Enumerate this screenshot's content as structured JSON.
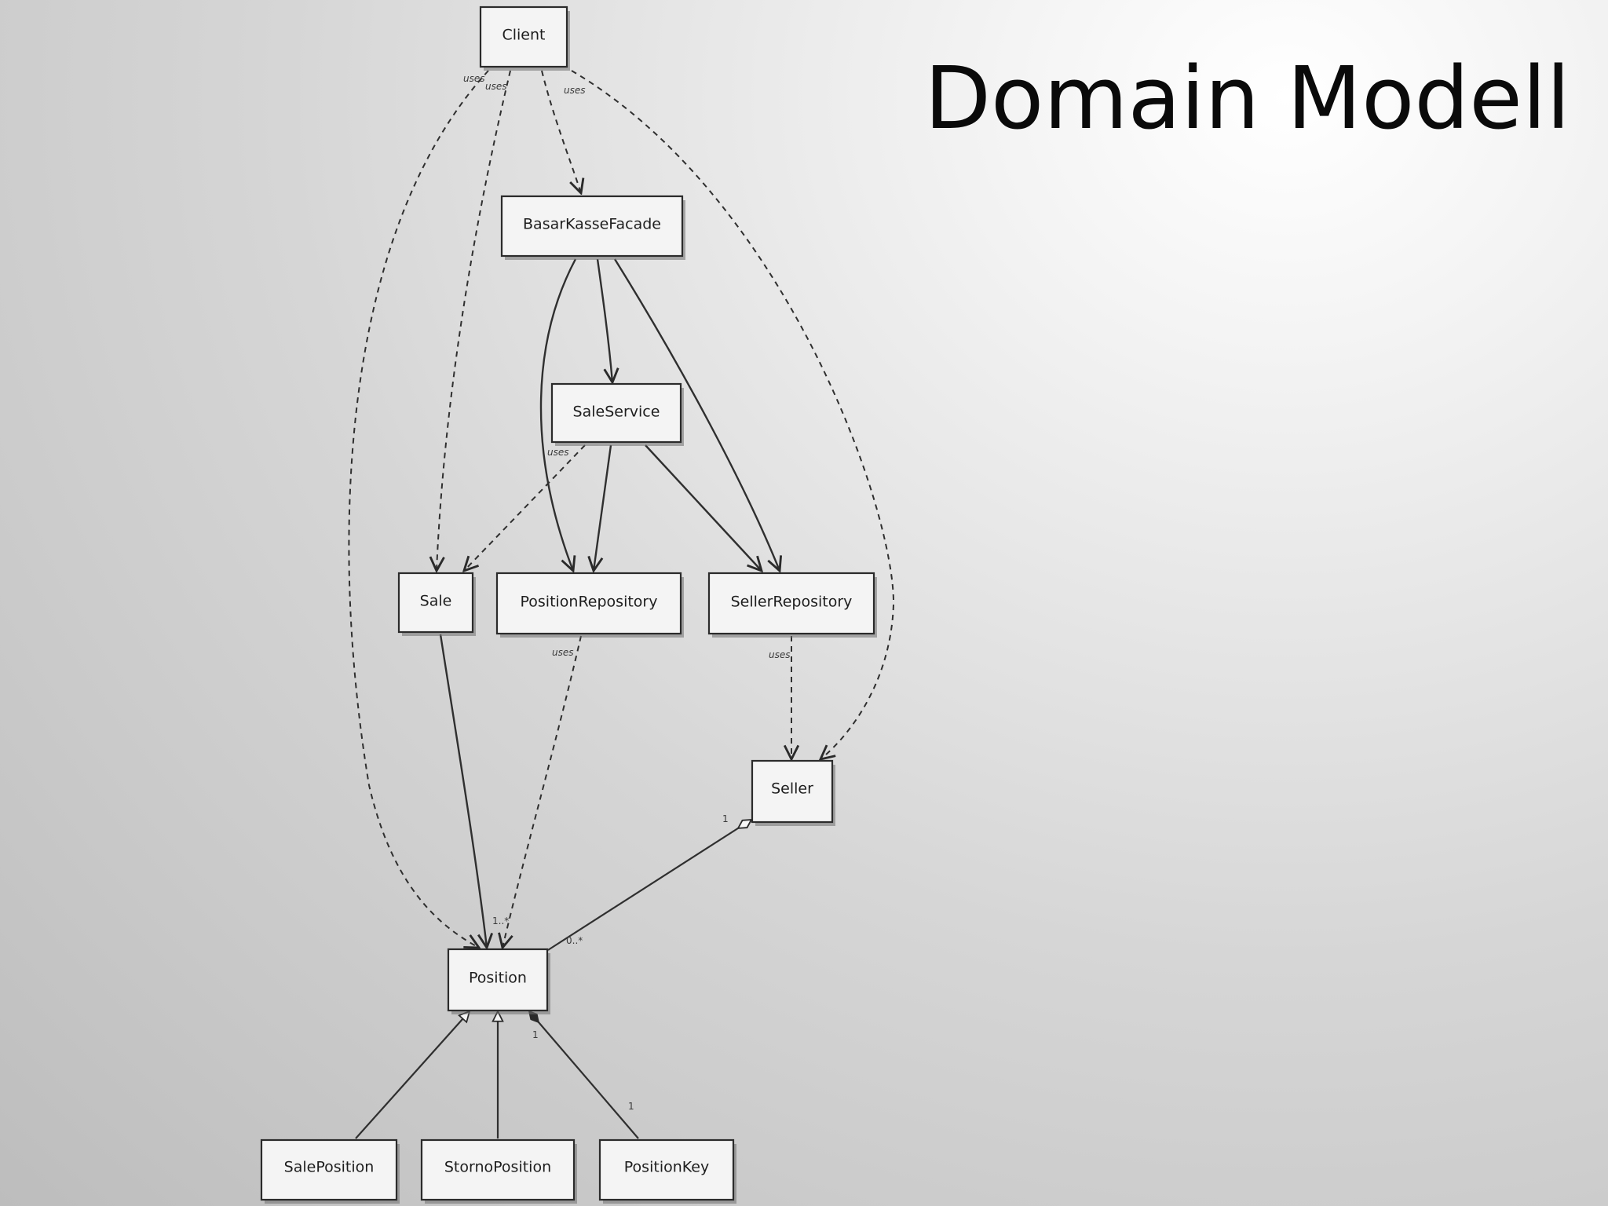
{
  "slide": {
    "title": "Domain Modell"
  },
  "diagram": {
    "classes": {
      "client": "Client",
      "facade": "BasarKasseFacade",
      "sale_service": "SaleService",
      "sale": "Sale",
      "position_repository": "PositionRepository",
      "seller_repository": "SellerRepository",
      "seller": "Seller",
      "position": "Position",
      "sale_position": "SalePosition",
      "storno_position": "StornoPosition",
      "position_key": "PositionKey"
    },
    "labels": {
      "uses": "uses",
      "mult_one": "1",
      "mult_one_many": "1..*",
      "mult_zero_many": "0..*"
    }
  }
}
